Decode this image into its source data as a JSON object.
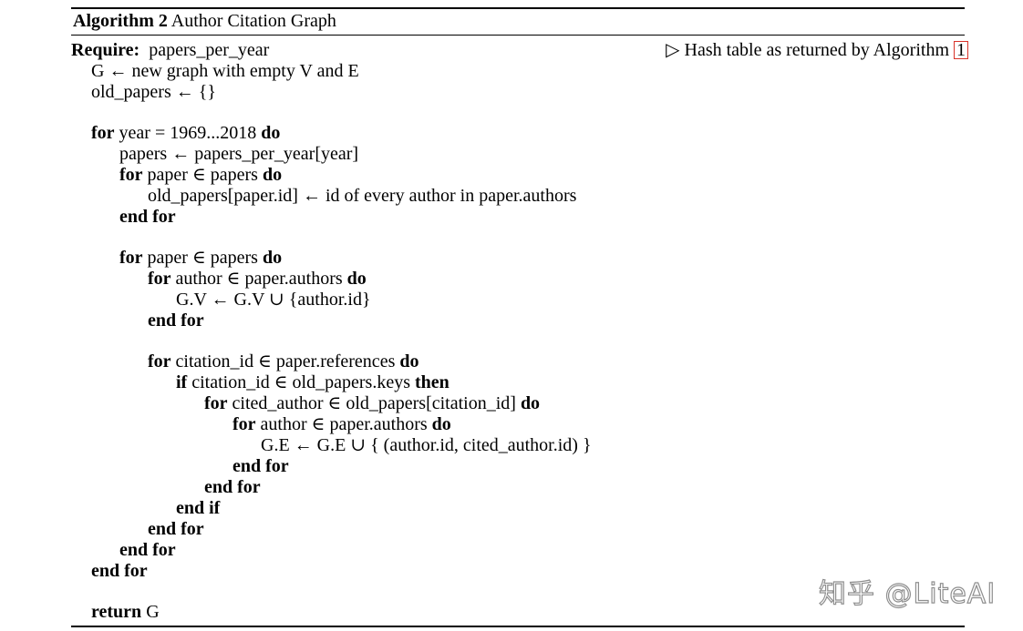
{
  "algorithm": {
    "number_label": "Algorithm 2",
    "title": "Author Citation Graph",
    "require_kw": "Require:",
    "require_text": "papers_per_year",
    "require_comment": "▷ Hash table as returned by Algorithm",
    "require_ref": "1",
    "lines": [
      {
        "indent": 1,
        "kw": "",
        "text": "G ← new graph with empty V and E",
        "kw2": ""
      },
      {
        "indent": 1,
        "kw": "",
        "text": "old_papers ← {}",
        "kw2": ""
      },
      {
        "indent": 0,
        "blank": true
      },
      {
        "indent": 1,
        "kw": "for",
        "text": " year = 1969...2018 ",
        "kw2": "do"
      },
      {
        "indent": 2,
        "kw": "",
        "text": "papers ← papers_per_year[year]",
        "kw2": ""
      },
      {
        "indent": 2,
        "kw": "for",
        "text": " paper ∈ papers ",
        "kw2": "do"
      },
      {
        "indent": 3,
        "kw": "",
        "text": "old_papers[paper.id] ← id of every author in paper.authors",
        "kw2": ""
      },
      {
        "indent": 2,
        "kw": "end for",
        "text": "",
        "kw2": ""
      },
      {
        "indent": 0,
        "blank": true
      },
      {
        "indent": 2,
        "kw": "for",
        "text": " paper ∈ papers ",
        "kw2": "do"
      },
      {
        "indent": 3,
        "kw": "for",
        "text": " author ∈ paper.authors ",
        "kw2": "do"
      },
      {
        "indent": 4,
        "kw": "",
        "text": "G.V ← G.V ∪ {author.id}",
        "kw2": ""
      },
      {
        "indent": 3,
        "kw": "end for",
        "text": "",
        "kw2": ""
      },
      {
        "indent": 0,
        "blank": true
      },
      {
        "indent": 3,
        "kw": "for",
        "text": " citation_id ∈ paper.references ",
        "kw2": "do"
      },
      {
        "indent": 4,
        "kw": "if",
        "text": " citation_id ∈ old_papers.keys ",
        "kw2": "then"
      },
      {
        "indent": 5,
        "kw": "for",
        "text": " cited_author ∈ old_papers[citation_id] ",
        "kw2": "do"
      },
      {
        "indent": 6,
        "kw": "for",
        "text": " author ∈ paper.authors ",
        "kw2": "do"
      },
      {
        "indent": 7,
        "kw": "",
        "text": "G.E ← G.E ∪ { (author.id, cited_author.id) }",
        "kw2": ""
      },
      {
        "indent": 6,
        "kw": "end for",
        "text": "",
        "kw2": ""
      },
      {
        "indent": 5,
        "kw": "end for",
        "text": "",
        "kw2": ""
      },
      {
        "indent": 4,
        "kw": "end if",
        "text": "",
        "kw2": ""
      },
      {
        "indent": 3,
        "kw": "end for",
        "text": "",
        "kw2": ""
      },
      {
        "indent": 2,
        "kw": "end for",
        "text": "",
        "kw2": ""
      },
      {
        "indent": 1,
        "kw": "end for",
        "text": "",
        "kw2": ""
      },
      {
        "indent": 0,
        "blank": true
      },
      {
        "indent": 1,
        "kw": "return",
        "text": " G",
        "kw2": ""
      }
    ]
  },
  "watermark": "知乎 @LiteAI"
}
